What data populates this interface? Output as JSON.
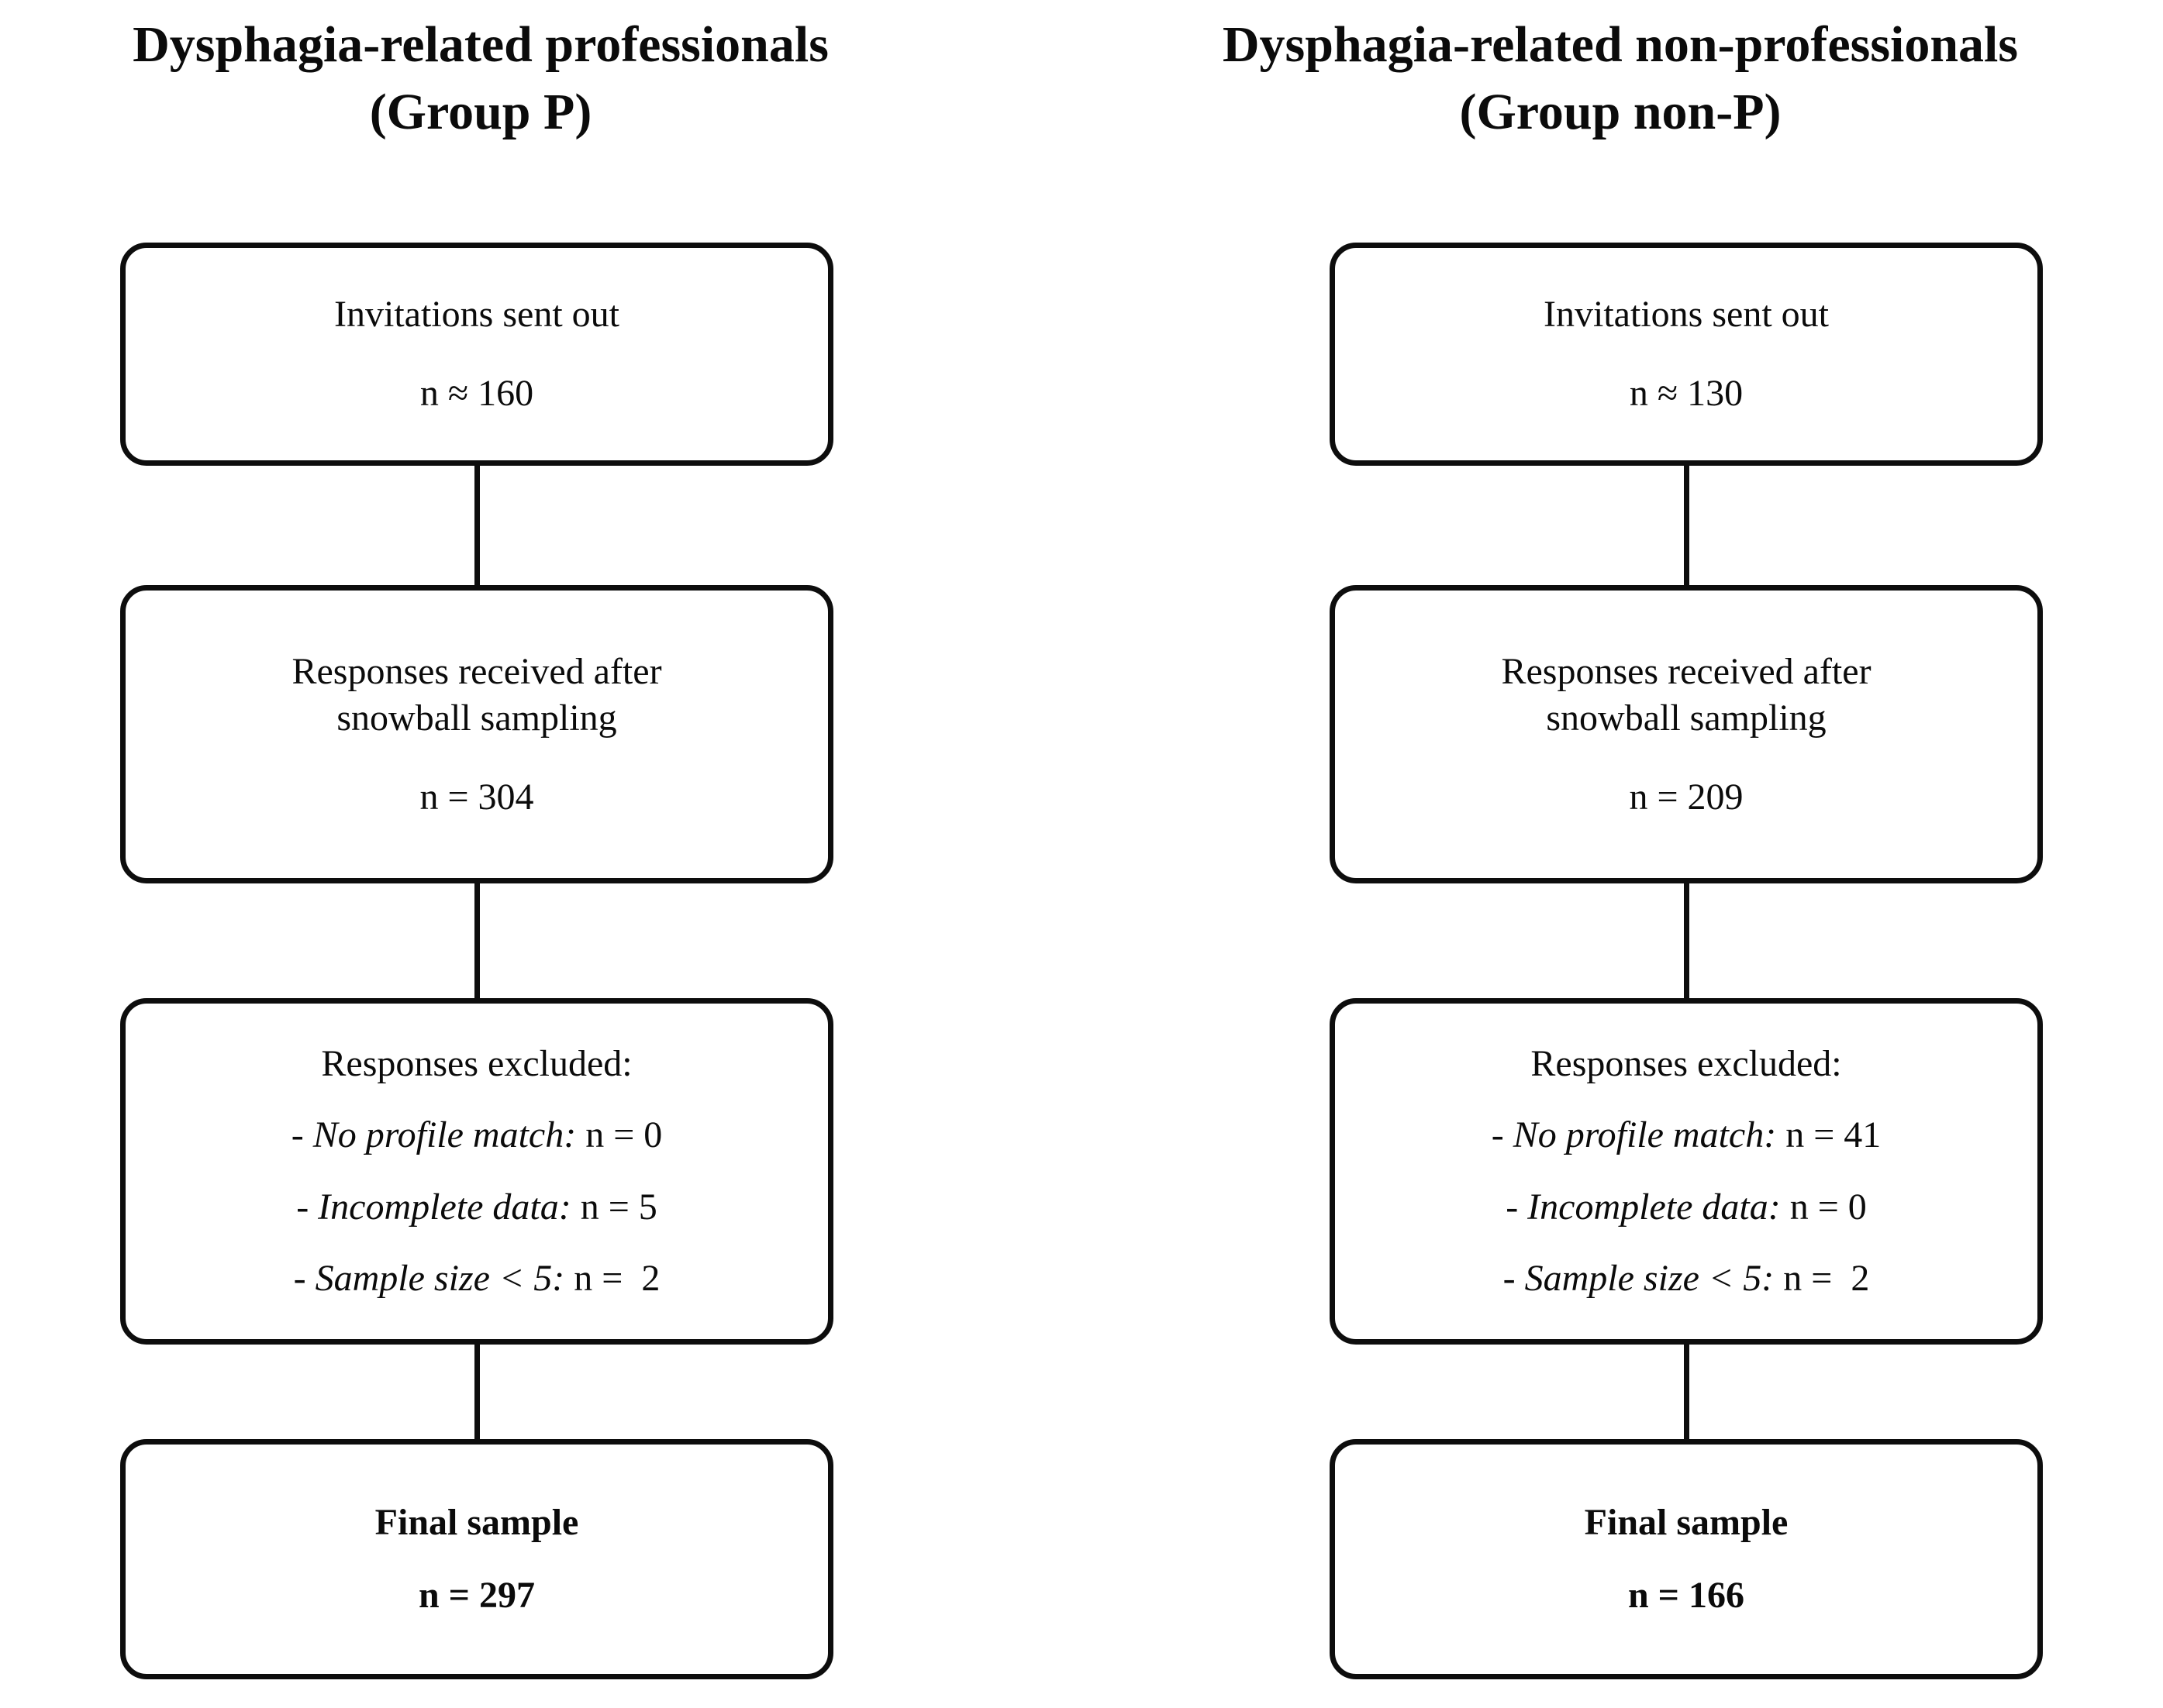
{
  "figure": {
    "columns": [
      {
        "title": "Dysphagia-related professionals\n(Group P)",
        "box_invitations": {
          "label": "Invitations sent out",
          "stat": "n ≈ 160"
        },
        "box_responses": {
          "label": "Responses received after\nsnowball sampling",
          "stat": "n = 304"
        },
        "box_excluded": {
          "heading": "Responses excluded:",
          "items": [
            {
              "label": "- No profile match:",
              "value": "n = 0"
            },
            {
              "label": "- Incomplete data:",
              "value": "n = 5"
            },
            {
              "label": "- Sample size < 5:",
              "value": "n =  2"
            }
          ]
        },
        "box_final": {
          "label": "Final sample",
          "stat": "n = 297"
        }
      },
      {
        "title": "Dysphagia-related non-professionals\n(Group non-P)",
        "box_invitations": {
          "label": "Invitations sent out",
          "stat": "n ≈ 130"
        },
        "box_responses": {
          "label": "Responses received after\nsnowball sampling",
          "stat": "n = 209"
        },
        "box_excluded": {
          "heading": "Responses excluded:",
          "items": [
            {
              "label": "- No profile match:",
              "value": "n = 41"
            },
            {
              "label": "- Incomplete data:",
              "value": "n = 0"
            },
            {
              "label": "- Sample size < 5:",
              "value": "n =  2"
            }
          ]
        },
        "box_final": {
          "label": "Final sample",
          "stat": "n = 166"
        }
      }
    ]
  }
}
